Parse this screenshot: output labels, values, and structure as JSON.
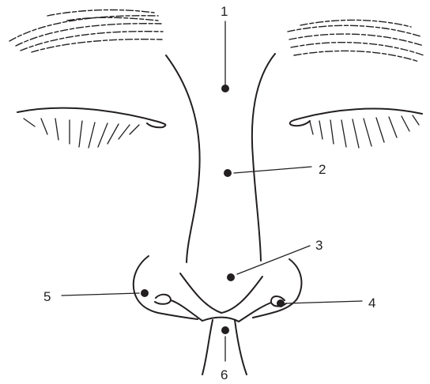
{
  "points": [
    {
      "id": "point-1",
      "label": "1"
    },
    {
      "id": "point-2",
      "label": "2"
    },
    {
      "id": "point-3",
      "label": "3"
    },
    {
      "id": "point-4",
      "label": "4"
    },
    {
      "id": "point-5",
      "label": "5"
    },
    {
      "id": "point-6",
      "label": "6"
    }
  ],
  "colors": {
    "ink": "#231f20",
    "background": "#ffffff"
  }
}
